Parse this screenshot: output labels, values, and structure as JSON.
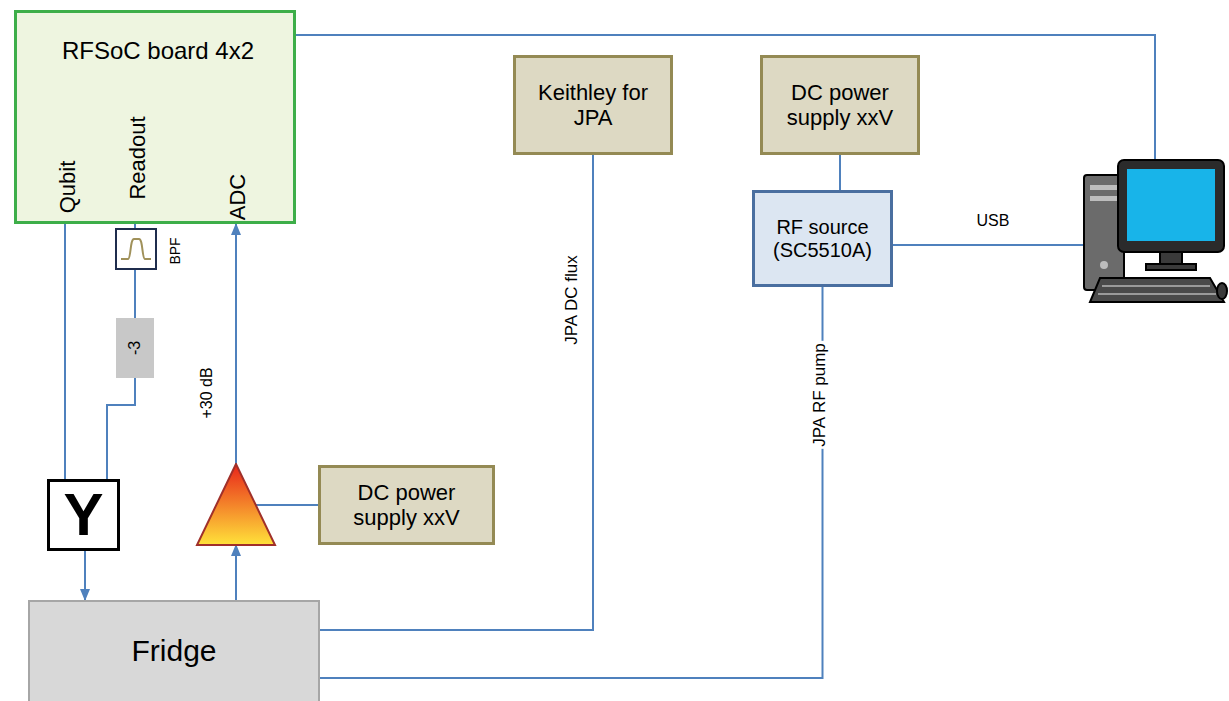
{
  "diagram": {
    "nodes": [
      {
        "text": [
          "RFSoC board 4x2",
          "Qubit",
          "Readout",
          "ADC"
        ]
      },
      {
        "text": [
          "BPF"
        ]
      },
      {
        "text": [
          "-3"
        ]
      },
      {
        "text": [
          "Y"
        ]
      },
      {
        "text": [
          "Fridge"
        ]
      },
      {
        "text": [
          "+30 dB"
        ]
      },
      {
        "text": [
          "DC power supply xxV"
        ]
      },
      {
        "text": [
          "Keithley for JPA"
        ]
      },
      {
        "text": [
          "DC power supply xxV"
        ]
      },
      {
        "text": [
          "RF source (SC5510A)"
        ]
      }
    ],
    "edges": [
      {
        "from": 0,
        "to": 3,
        "arrow": "none"
      },
      {
        "from": 0,
        "to": 1,
        "arrow": "none"
      },
      {
        "from": 1,
        "to": 2,
        "arrow": "none"
      },
      {
        "from": 2,
        "to": 3,
        "arrow": "none"
      },
      {
        "from": 3,
        "to": 4,
        "arrow": "to"
      },
      {
        "from": 4,
        "to": 5,
        "arrow": "to"
      },
      {
        "from": 5,
        "to": 0,
        "arrow": "to"
      },
      {
        "from": 5,
        "to": 6,
        "arrow": "none"
      },
      {
        "from": 7,
        "to": 4,
        "label": "JPA DC flux",
        "arrow": "none"
      },
      {
        "from": 8,
        "to": 9,
        "arrow": "none"
      },
      {
        "from": 9,
        "to": 4,
        "label": "JPA RF pump",
        "arrow": "none"
      }
    ],
    "labels": [
      "USB"
    ]
  }
}
